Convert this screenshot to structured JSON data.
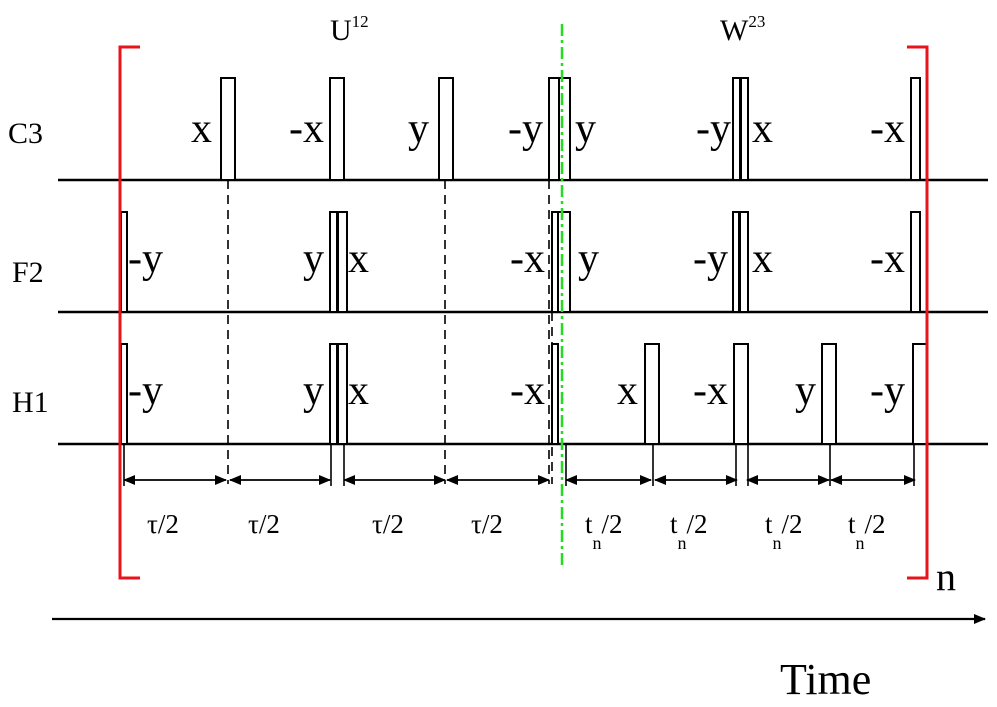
{
  "headings": {
    "left": {
      "base": "U",
      "sup": "12"
    },
    "right": {
      "base": "W",
      "sup": "23"
    }
  },
  "channels": [
    {
      "id": "c3",
      "label": "C3"
    },
    {
      "id": "f2",
      "label": "F2"
    },
    {
      "id": "h1",
      "label": "H1"
    }
  ],
  "pulses": [
    {
      "channel": "c3",
      "phase": "x"
    },
    {
      "channel": "c3",
      "phase": "-x"
    },
    {
      "channel": "c3",
      "phase": "y"
    },
    {
      "channel": "c3",
      "phase": "-y"
    },
    {
      "channel": "c3",
      "phase": "y"
    },
    {
      "channel": "c3",
      "phase": "-y"
    },
    {
      "channel": "c3",
      "phase": "x"
    },
    {
      "channel": "c3",
      "phase": "-x"
    },
    {
      "channel": "f2",
      "phase": "-y"
    },
    {
      "channel": "f2",
      "phase": "y"
    },
    {
      "channel": "f2",
      "phase": "x"
    },
    {
      "channel": "f2",
      "phase": "-x"
    },
    {
      "channel": "f2",
      "phase": "y"
    },
    {
      "channel": "f2",
      "phase": "-y"
    },
    {
      "channel": "f2",
      "phase": "x"
    },
    {
      "channel": "f2",
      "phase": "-x"
    },
    {
      "channel": "h1",
      "phase": "-y"
    },
    {
      "channel": "h1",
      "phase": "y"
    },
    {
      "channel": "h1",
      "phase": "x"
    },
    {
      "channel": "h1",
      "phase": "-x"
    },
    {
      "channel": "h1",
      "phase": "x"
    },
    {
      "channel": "h1",
      "phase": "-x"
    },
    {
      "channel": "h1",
      "phase": "y"
    },
    {
      "channel": "h1",
      "phase": "-y"
    }
  ],
  "intervals": [
    {
      "sym": "τ",
      "sub": "",
      "tail": "/2"
    },
    {
      "sym": "τ",
      "sub": "",
      "tail": "/2"
    },
    {
      "sym": "τ",
      "sub": "",
      "tail": "/2"
    },
    {
      "sym": "τ",
      "sub": "",
      "tail": "/2"
    },
    {
      "sym": "t",
      "sub": "n",
      "tail": "/2"
    },
    {
      "sym": "t",
      "sub": "n",
      "tail": "/2"
    },
    {
      "sym": "t",
      "sub": "n",
      "tail": "/2"
    },
    {
      "sym": "t",
      "sub": "n",
      "tail": "/2"
    }
  ],
  "repeat_label": "n",
  "time_label": "Time",
  "colors": {
    "bracket": "#e8141b",
    "divider": "#22dd22",
    "ink": "#000000"
  }
}
